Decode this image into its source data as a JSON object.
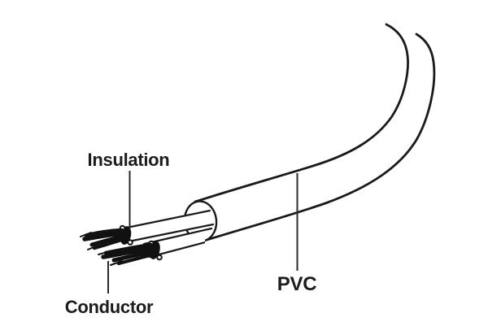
{
  "figure": {
    "type": "cable-construction-diagram",
    "labels": {
      "insulation": "Insulation",
      "conductor": "Conductor",
      "pvc": "PVC"
    },
    "colors": {
      "ink": "#1a1a1a",
      "background": "#ffffff"
    }
  }
}
